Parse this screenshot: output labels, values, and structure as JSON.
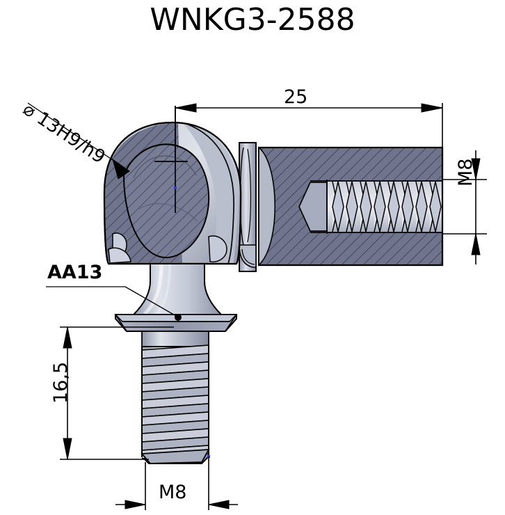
{
  "drawing": {
    "title": "WNKG3-2588",
    "type": "engineering-section-view",
    "subject": "angled ball joint with threaded stud"
  },
  "annotations": {
    "bore_diameter": {
      "symbol": "⌀",
      "value": "13H9/h9",
      "full": "⌀ 13H9/h9",
      "placement": "leader-upper-left",
      "rotation_deg": 33.5
    },
    "length_25": {
      "value": "25",
      "placement": "top-horizontal",
      "rotation_deg": 0
    },
    "thread_right": {
      "value": "M8",
      "placement": "right-vertical",
      "rotation_deg": -90
    },
    "stud_length": {
      "value": "16,5",
      "placement": "left-vertical",
      "rotation_deg": -90
    },
    "thread_bottom": {
      "value": "M8",
      "placement": "bottom-horizontal",
      "rotation_deg": 0
    },
    "part_code": {
      "value": "AA13",
      "placement": "leader-left-of-hex-flange",
      "bold": true
    }
  },
  "colors": {
    "background": "#ffffff",
    "line": "#000000",
    "metal_light": "#cfd4de",
    "metal_mid": "#aab0c0",
    "metal_dark": "#8d93a6",
    "section_fill": "#70748c",
    "section_hatch": "#3c4052",
    "highlight": "#e6e9f0",
    "shadow": "#5d6175"
  }
}
